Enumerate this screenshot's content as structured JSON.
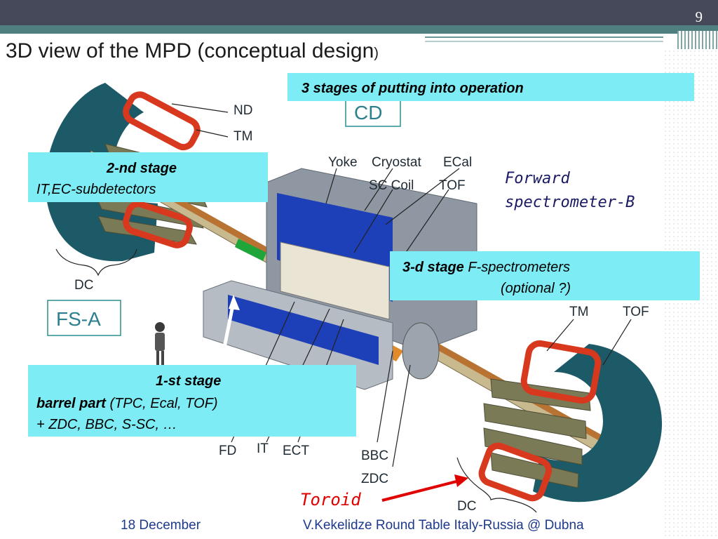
{
  "slide": {
    "page_number": "9",
    "title_main": "3D view of the MPD (conceptual design",
    "title_paren": ")"
  },
  "callouts": {
    "stages_header": "3 stages of putting into operation",
    "stage2_title": "2-nd stage",
    "stage2_body": "IT,EC-subdetectors",
    "stage3_title": "3-d stage",
    "stage3_desc": "F-spectrometers",
    "stage3_optional": "(optional ?)",
    "stage1_title": "1-st stage",
    "stage1_bold": "barrel part",
    "stage1_rest": "(TPC, Ecal, TOF)",
    "stage1_line3": "+ ZDC, BBC, S-SC, …",
    "forward_line1": "Forward",
    "forward_line2": "spectrometer-B",
    "toroid": "Toroid"
  },
  "diagram_labels": {
    "nd": "ND",
    "tm_top": "TM",
    "cd": "CD",
    "yoke": "Yoke",
    "cryostat": "Cryostat",
    "ecal": "ECal",
    "sc_coil": "SC Coil",
    "tof_top": "TOF",
    "dc_left": "DC",
    "fs_a": "FS-A",
    "tm_right": "TM",
    "tof_right": "TOF",
    "fd": "FD",
    "it": "IT",
    "ect": "ECT",
    "bbc": "BBC",
    "zdc": "ZDC",
    "dc_right": "DC"
  },
  "footer": {
    "date": "18 December",
    "author_event": "V.Kekelidze  Round Table Italy-Russia @ Dubna"
  },
  "colors": {
    "top_bar": "#46495a",
    "teal_band": "#4f7f7e",
    "callout_fill": "#7eecf4",
    "footer_text": "#1e3a8c",
    "toroid_text": "#e00000",
    "tof_barrel": "#1d3fb8",
    "steel": "#b5bcc4",
    "coil_red": "#d8391e",
    "magnet_olive": "#7b7a57",
    "endcap_teal": "#1c5a67"
  }
}
